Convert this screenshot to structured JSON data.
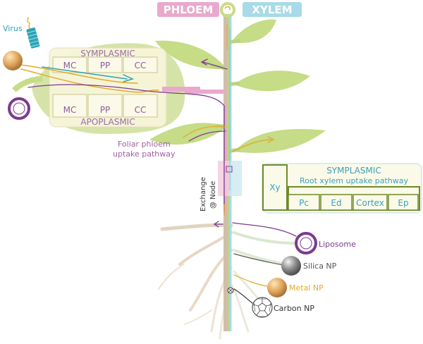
{
  "headers": {
    "phloem": "PHLOEM",
    "xylem": "XYLEM"
  },
  "leaf_panel": {
    "symplasmic_title": "SYMPLASMIC",
    "apoplasmic_title": "APOPLASMIC",
    "top_cells": [
      "MC",
      "PP",
      "CC"
    ],
    "bottom_cells": [
      "MC",
      "PP",
      "CC"
    ],
    "pathway_label_line1": "Foliar phloem",
    "pathway_label_line2": "uptake pathway"
  },
  "root_panel": {
    "title": "SYMPLASMIC",
    "subtitle": "Root xylem uptake pathway",
    "xy_cell": "Xy",
    "cells": [
      "Pc",
      "Ed",
      "Cortex",
      "Ep"
    ]
  },
  "node_label": {
    "line1": "Exchange",
    "line2": "@ Node"
  },
  "particles": {
    "virus": "Virus",
    "liposome": "Liposome",
    "silica": "Silica NP",
    "metal": "Metal NP",
    "carbon": "Carbon NP"
  },
  "colors": {
    "phloem": "#e9a9cc",
    "xylem": "#a7dbe8",
    "leaf": "#c6dc86",
    "stem": "#a9cc74",
    "virus": "#2aa3b8",
    "liposome": "#7c3a8e",
    "silica": "#8a8a8a",
    "metal": "#e5a929",
    "carbon": "#333333",
    "panel_border": "#6f8a2a"
  }
}
